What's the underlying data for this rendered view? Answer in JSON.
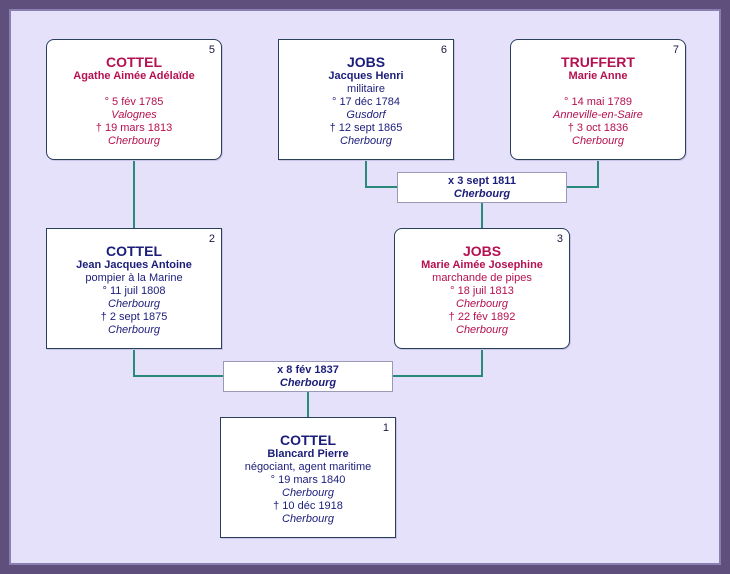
{
  "colors": {
    "background": "#e6e1fb",
    "frame": "#5e4f7c",
    "connector": "#2a8a7a",
    "male": "#1b1d7a",
    "female": "#b5104f"
  },
  "people": {
    "p5": {
      "number": "5",
      "surname": "COTTEL",
      "given": "Agathe Aimée Adélaïde",
      "birth": "° 5 fév 1785",
      "birth_place": "Valognes",
      "death": "† 19 mars 1813",
      "death_place": "Cherbourg"
    },
    "p6": {
      "number": "6",
      "surname": "JOBS",
      "given": "Jacques Henri",
      "occupation": "militaire",
      "birth": "° 17 déc 1784",
      "birth_place": "Gusdorf",
      "death": "† 12 sept 1865",
      "death_place": "Cherbourg"
    },
    "p7": {
      "number": "7",
      "surname": "TRUFFERT",
      "given": "Marie Anne",
      "birth": "° 14 mai 1789",
      "birth_place": "Anneville-en-Saire",
      "death": "† 3 oct 1836",
      "death_place": "Cherbourg"
    },
    "p2": {
      "number": "2",
      "surname": "COTTEL",
      "given": "Jean Jacques Antoine",
      "occupation": "pompier à la Marine",
      "birth": "° 11 juil 1808",
      "birth_place": "Cherbourg",
      "death": "† 2 sept 1875",
      "death_place": "Cherbourg"
    },
    "p3": {
      "number": "3",
      "surname": "JOBS",
      "given": "Marie Aimée Josephine",
      "occupation": "marchande de pipes",
      "birth": "° 18 juil 1813",
      "birth_place": "Cherbourg",
      "death": "† 22 fév 1892",
      "death_place": "Cherbourg"
    },
    "p1": {
      "number": "1",
      "surname": "COTTEL",
      "given": "Blancard Pierre",
      "occupation": "négociant, agent maritime",
      "birth": "° 19 mars 1840",
      "birth_place": "Cherbourg",
      "death": "† 10 déc 1918",
      "death_place": "Cherbourg"
    }
  },
  "marriages": {
    "m1": {
      "date": "x 3 sept 1811",
      "place": "Cherbourg"
    },
    "m2": {
      "date": "x 8 fév 1837",
      "place": "Cherbourg"
    }
  }
}
